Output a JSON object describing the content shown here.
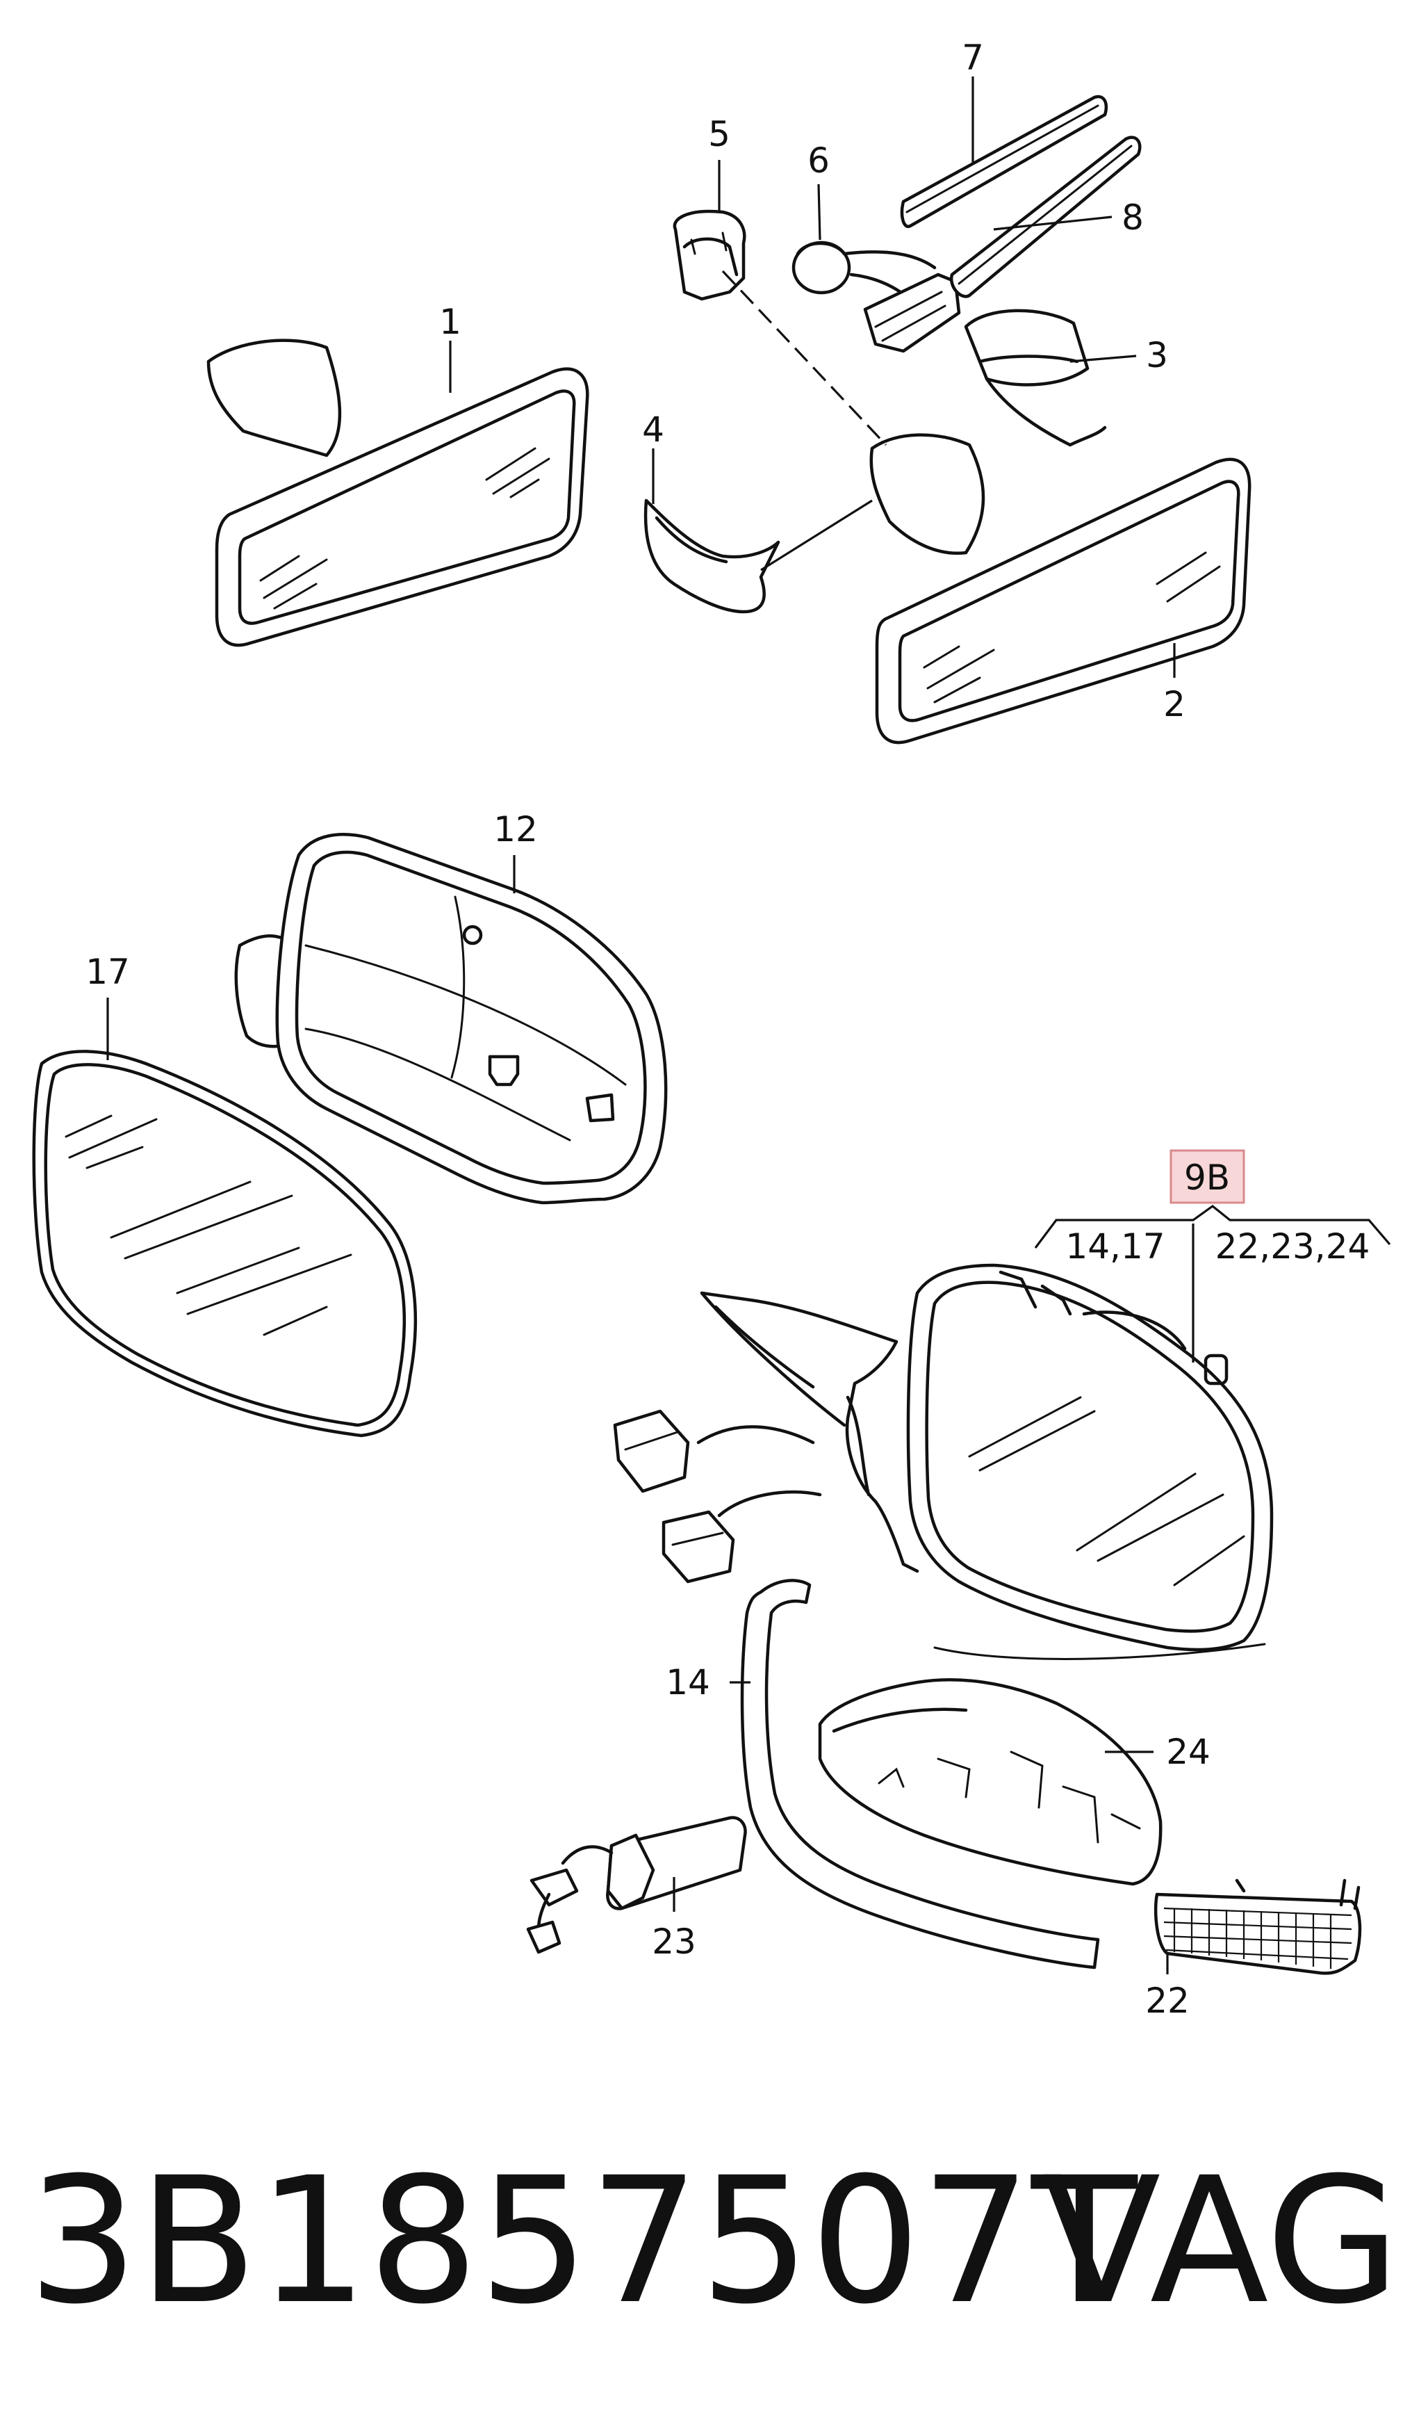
{
  "callouts": {
    "c1": "1",
    "c2": "2",
    "c3": "3",
    "c4": "4",
    "c5": "5",
    "c6": "6",
    "c7": "7",
    "c8": "8",
    "c12": "12",
    "c17": "17",
    "c14": "14",
    "c22": "22",
    "c23": "23",
    "c24": "24",
    "group_left": "14,17",
    "group_right": "22,23,24"
  },
  "highlight": {
    "label": "9B",
    "fill": "#f8d7d8",
    "stroke": "#d98a8d"
  },
  "footer": {
    "part_number": "3B1857507T",
    "brand": "VAG"
  }
}
